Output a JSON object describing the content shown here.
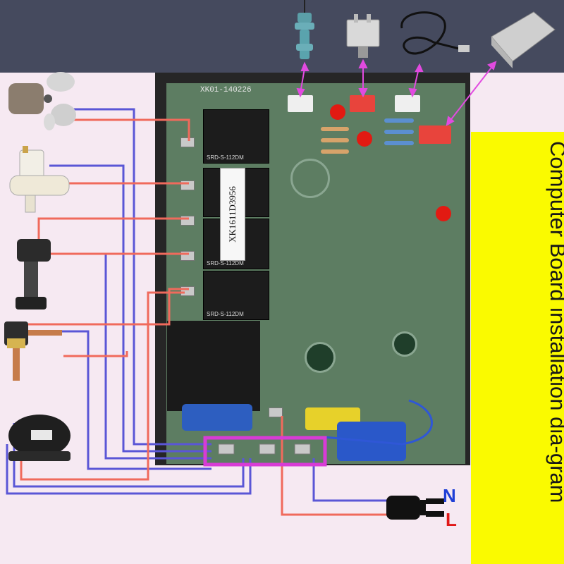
{
  "pcb": {
    "model_code": "XK01-140226",
    "relay_model": "SRD-S-112DM",
    "sticker_code": "XK1611D3956"
  },
  "panel": {
    "title": "Computer Board installation dia-gram"
  },
  "power": {
    "neutral_label": "N",
    "live_label": "L",
    "neutral_color": "#1f3fd6",
    "live_color": "#e01818"
  },
  "colors": {
    "wire_red": "#f06a5c",
    "wire_blue": "#5a56d6",
    "pointer_magenta": "#e24ae0",
    "terminal_frame": "#d83bd6",
    "panel_yellow": "#fafa00",
    "topbar": "#454a5e"
  },
  "components": [
    {
      "icon": "fan-motor-icon"
    },
    {
      "icon": "water-valve-icon"
    },
    {
      "icon": "water-pump-icon"
    },
    {
      "icon": "solenoid-valve-icon"
    },
    {
      "icon": "compressor-icon"
    },
    {
      "icon": "float-sensor-icon"
    },
    {
      "icon": "micro-switch-icon"
    },
    {
      "icon": "temperature-probe-icon"
    },
    {
      "icon": "sensor-box-icon"
    },
    {
      "icon": "power-plug-icon"
    }
  ]
}
